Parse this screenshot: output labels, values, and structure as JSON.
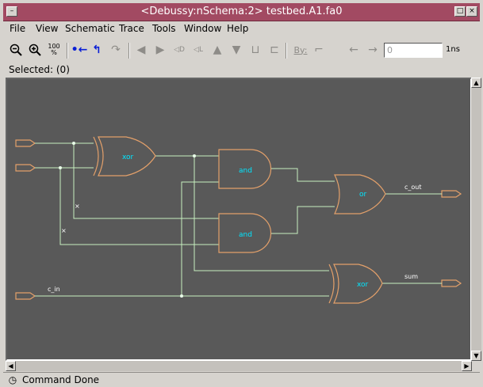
{
  "window": {
    "title": "<Debussy:nSchema:2> testbed.A1.fa0",
    "colors": {
      "titlebar": "#a24a62",
      "canvas": "#595959",
      "gate": "#e3a06a",
      "wire": "#c6f0c0",
      "gate_label": "#00e6ff"
    }
  },
  "menubar": {
    "items": [
      {
        "label": "File"
      },
      {
        "label": "View"
      },
      {
        "label": "Schematic"
      },
      {
        "label": "Trace"
      },
      {
        "label": "Tools"
      },
      {
        "label": "Window"
      },
      {
        "label": "Help"
      }
    ]
  },
  "toolbar": {
    "zoom_fit_label": "100\n%",
    "by_label": "By:",
    "time_value": "0",
    "time_unit": "1ns"
  },
  "selection": {
    "text": "Selected: (0)"
  },
  "schematic": {
    "gates": [
      {
        "type": "xor",
        "label": "xor"
      },
      {
        "type": "and",
        "label": "and"
      },
      {
        "type": "and",
        "label": "and"
      },
      {
        "type": "or",
        "label": "or"
      },
      {
        "type": "xor",
        "label": "xor"
      }
    ],
    "signals": {
      "carry_in": "c_in",
      "carry_out": "c_out",
      "sum": "sum"
    }
  },
  "status": {
    "text": "Command Done"
  }
}
